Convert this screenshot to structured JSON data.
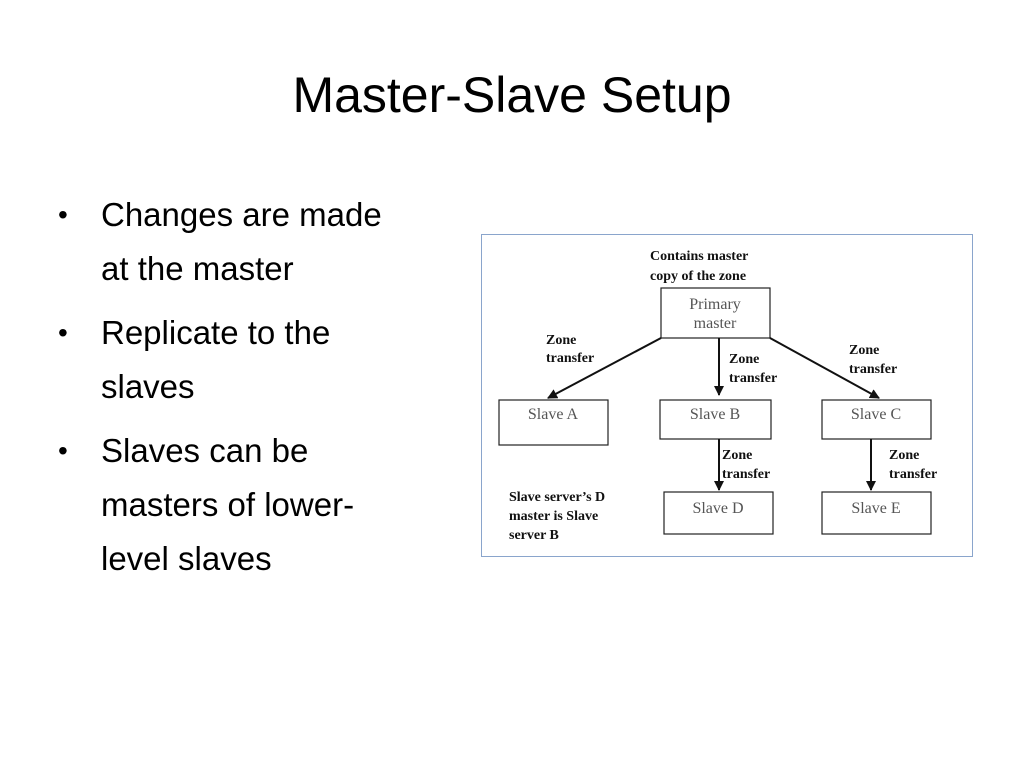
{
  "slide": {
    "title": "Master-Slave Setup"
  },
  "bullets": [
    {
      "lines": [
        "Changes are made",
        "at the master"
      ]
    },
    {
      "lines": [
        "Replicate to the",
        "slaves"
      ]
    },
    {
      "lines": [
        "Slaves can be",
        "masters of lower-",
        "level slaves"
      ]
    }
  ],
  "diagram": {
    "header_note": [
      "Contains master",
      "copy of the zone"
    ],
    "nodes": {
      "primary": [
        "Primary",
        "master"
      ],
      "slave_a": "Slave A",
      "slave_b": "Slave B",
      "slave_c": "Slave C",
      "slave_d": "Slave D",
      "slave_e": "Slave E"
    },
    "edge_label": [
      "Zone",
      "transfer"
    ],
    "footnote": [
      "Slave server’s D",
      "master is Slave",
      "server B"
    ]
  }
}
